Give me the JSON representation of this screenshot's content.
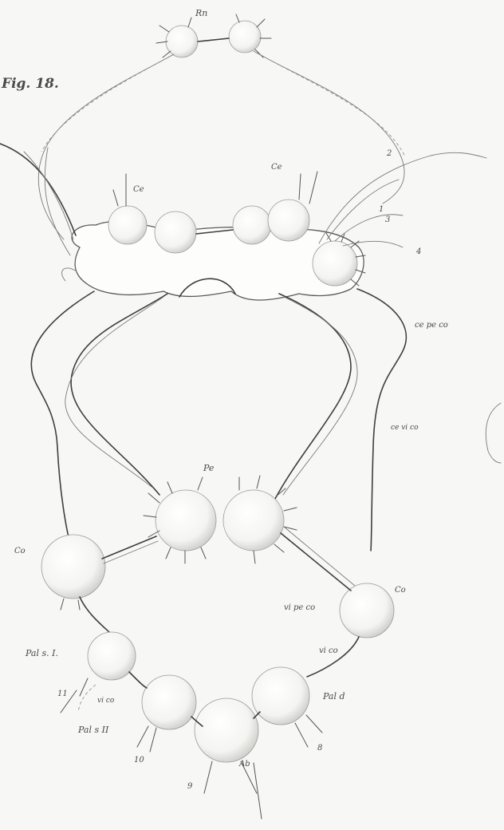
{
  "figure": {
    "title": "Fig. 18."
  },
  "labels": {
    "rn": "Rn",
    "ce_left": "Ce",
    "ce_right": "Ce",
    "n1": "1",
    "n2": "2",
    "n3": "3",
    "n4": "4",
    "ce_pe_co": "ce pe co",
    "ce_vi_co": "ce vi co",
    "pe": "Pe",
    "co_left": "Co",
    "co_right": "Co",
    "vi_pe_co": "vi pe co",
    "vi_co_right": "vi co",
    "pal_s_i": "Pal s. I.",
    "pal_s_ii": "Pal s II",
    "vi_co_left": "vi co",
    "pal_d": "Pal d",
    "ab": "Ab",
    "n11": "11",
    "n10": "10",
    "n9": "9",
    "n8": "8"
  }
}
